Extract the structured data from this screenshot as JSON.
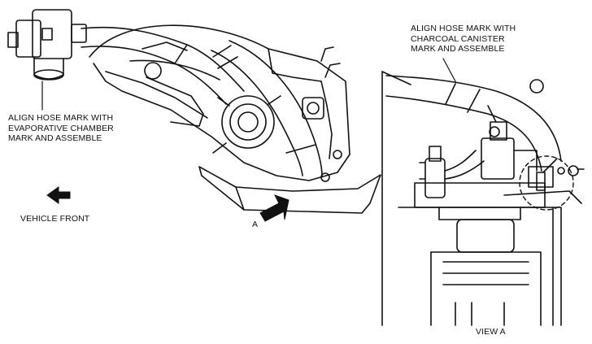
{
  "left_view": {
    "callout_lines": [
      "ALIGN HOSE MARK WITH",
      "EVAPORATIVE CHAMBER",
      "MARK AND ASSEMBLE"
    ],
    "direction_label": "VEHICLE FRONT",
    "view_arrow_label": "A"
  },
  "right_view": {
    "callout_lines": [
      "ALIGN HOSE MARK WITH",
      "CHARCOAL CANISTER",
      "MARK AND ASSEMBLE"
    ],
    "view_caption": "VIEW A"
  },
  "icons": [
    "vehicle-front-arrow-icon",
    "view-a-arrow-icon"
  ],
  "colors": {
    "line": "#111111",
    "background": "#ffffff"
  }
}
